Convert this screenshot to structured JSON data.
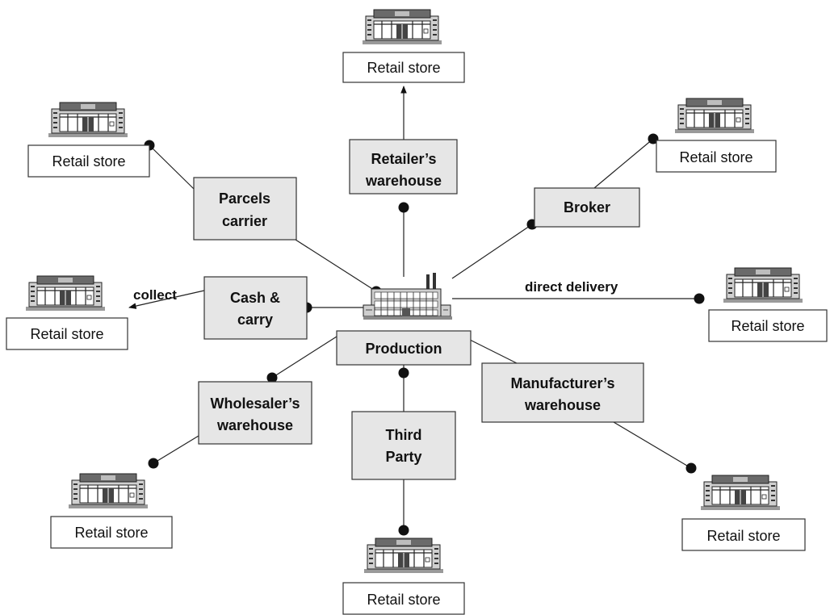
{
  "nodes": {
    "production": "Production",
    "retailers_warehouse": [
      "Retailer’s",
      "warehouse"
    ],
    "parcels_carrier": [
      "Parcels",
      "carrier"
    ],
    "broker": "Broker",
    "cash_carry": [
      "Cash &",
      "carry"
    ],
    "wholesalers_warehouse": [
      "Wholesaler’s",
      "warehouse"
    ],
    "third_party": [
      "Third",
      "Party"
    ],
    "manufacturers_warehouse": [
      "Manufacturer’s",
      "warehouse"
    ]
  },
  "edge_labels": {
    "collect": "collect",
    "direct_delivery": "direct delivery"
  },
  "stores": {
    "top": "Retail store",
    "upper_left": "Retail store",
    "upper_right": "Retail store",
    "left": "Retail store",
    "right": "Retail store",
    "lower_left": "Retail store",
    "bottom": "Retail store",
    "lower_right": "Retail store"
  },
  "icons": {
    "store": "retail-store-building-icon",
    "factory": "factory-icon"
  }
}
